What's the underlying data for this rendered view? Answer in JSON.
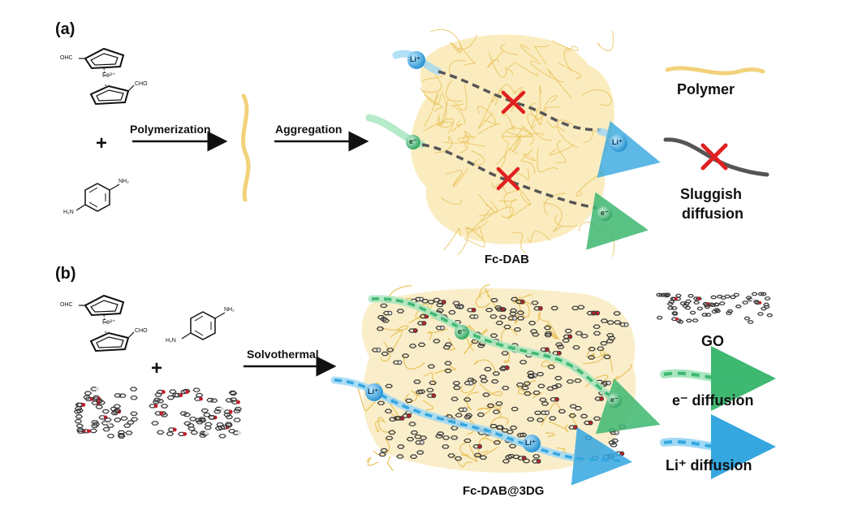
{
  "panel_a": {
    "label": "(a)",
    "ferrocene": {
      "cho_1": "OHC",
      "cho_2": "CHO",
      "fe": "Fe²⁺"
    },
    "plus": "+",
    "diamine": {
      "nh2_top": "NH₂",
      "nh2_bottom": "H₂N"
    },
    "step_1": "Polymerization",
    "step_2": "Aggregation",
    "product_label": "Fc-DAB",
    "ions": {
      "li_left": "Li⁺",
      "li_right": "Li⁺",
      "e_left": "e⁻",
      "e_right": "e⁻"
    },
    "legend": {
      "polymer": "Polymer",
      "sluggish_line1": "Sluggish",
      "sluggish_line2": "diffusion"
    }
  },
  "panel_b": {
    "label": "(b)",
    "ferrocene": {
      "cho_1": "OHC",
      "cho_2": "CHO",
      "fe": "Fe²⁺"
    },
    "plus": "+",
    "diamine": {
      "nh2_top": "NH₂",
      "nh2_bottom": "H₂N"
    },
    "step": "Solvothermal",
    "product_label": "Fc-DAB@3DG",
    "ions": {
      "e_top": "e⁻",
      "e_right": "e⁻",
      "li_left": "Li⁺",
      "li_bottom": "Li⁺"
    },
    "legend": {
      "go": "GO",
      "e_diffusion": "e⁻ diffusion",
      "li_diffusion": "Li⁺ diffusion"
    }
  },
  "colors": {
    "polymer": "#f2d27a",
    "li_blue": "#35a7e0",
    "e_green": "#3fb872",
    "block_red": "#e02020",
    "path_gray": "#555555"
  }
}
